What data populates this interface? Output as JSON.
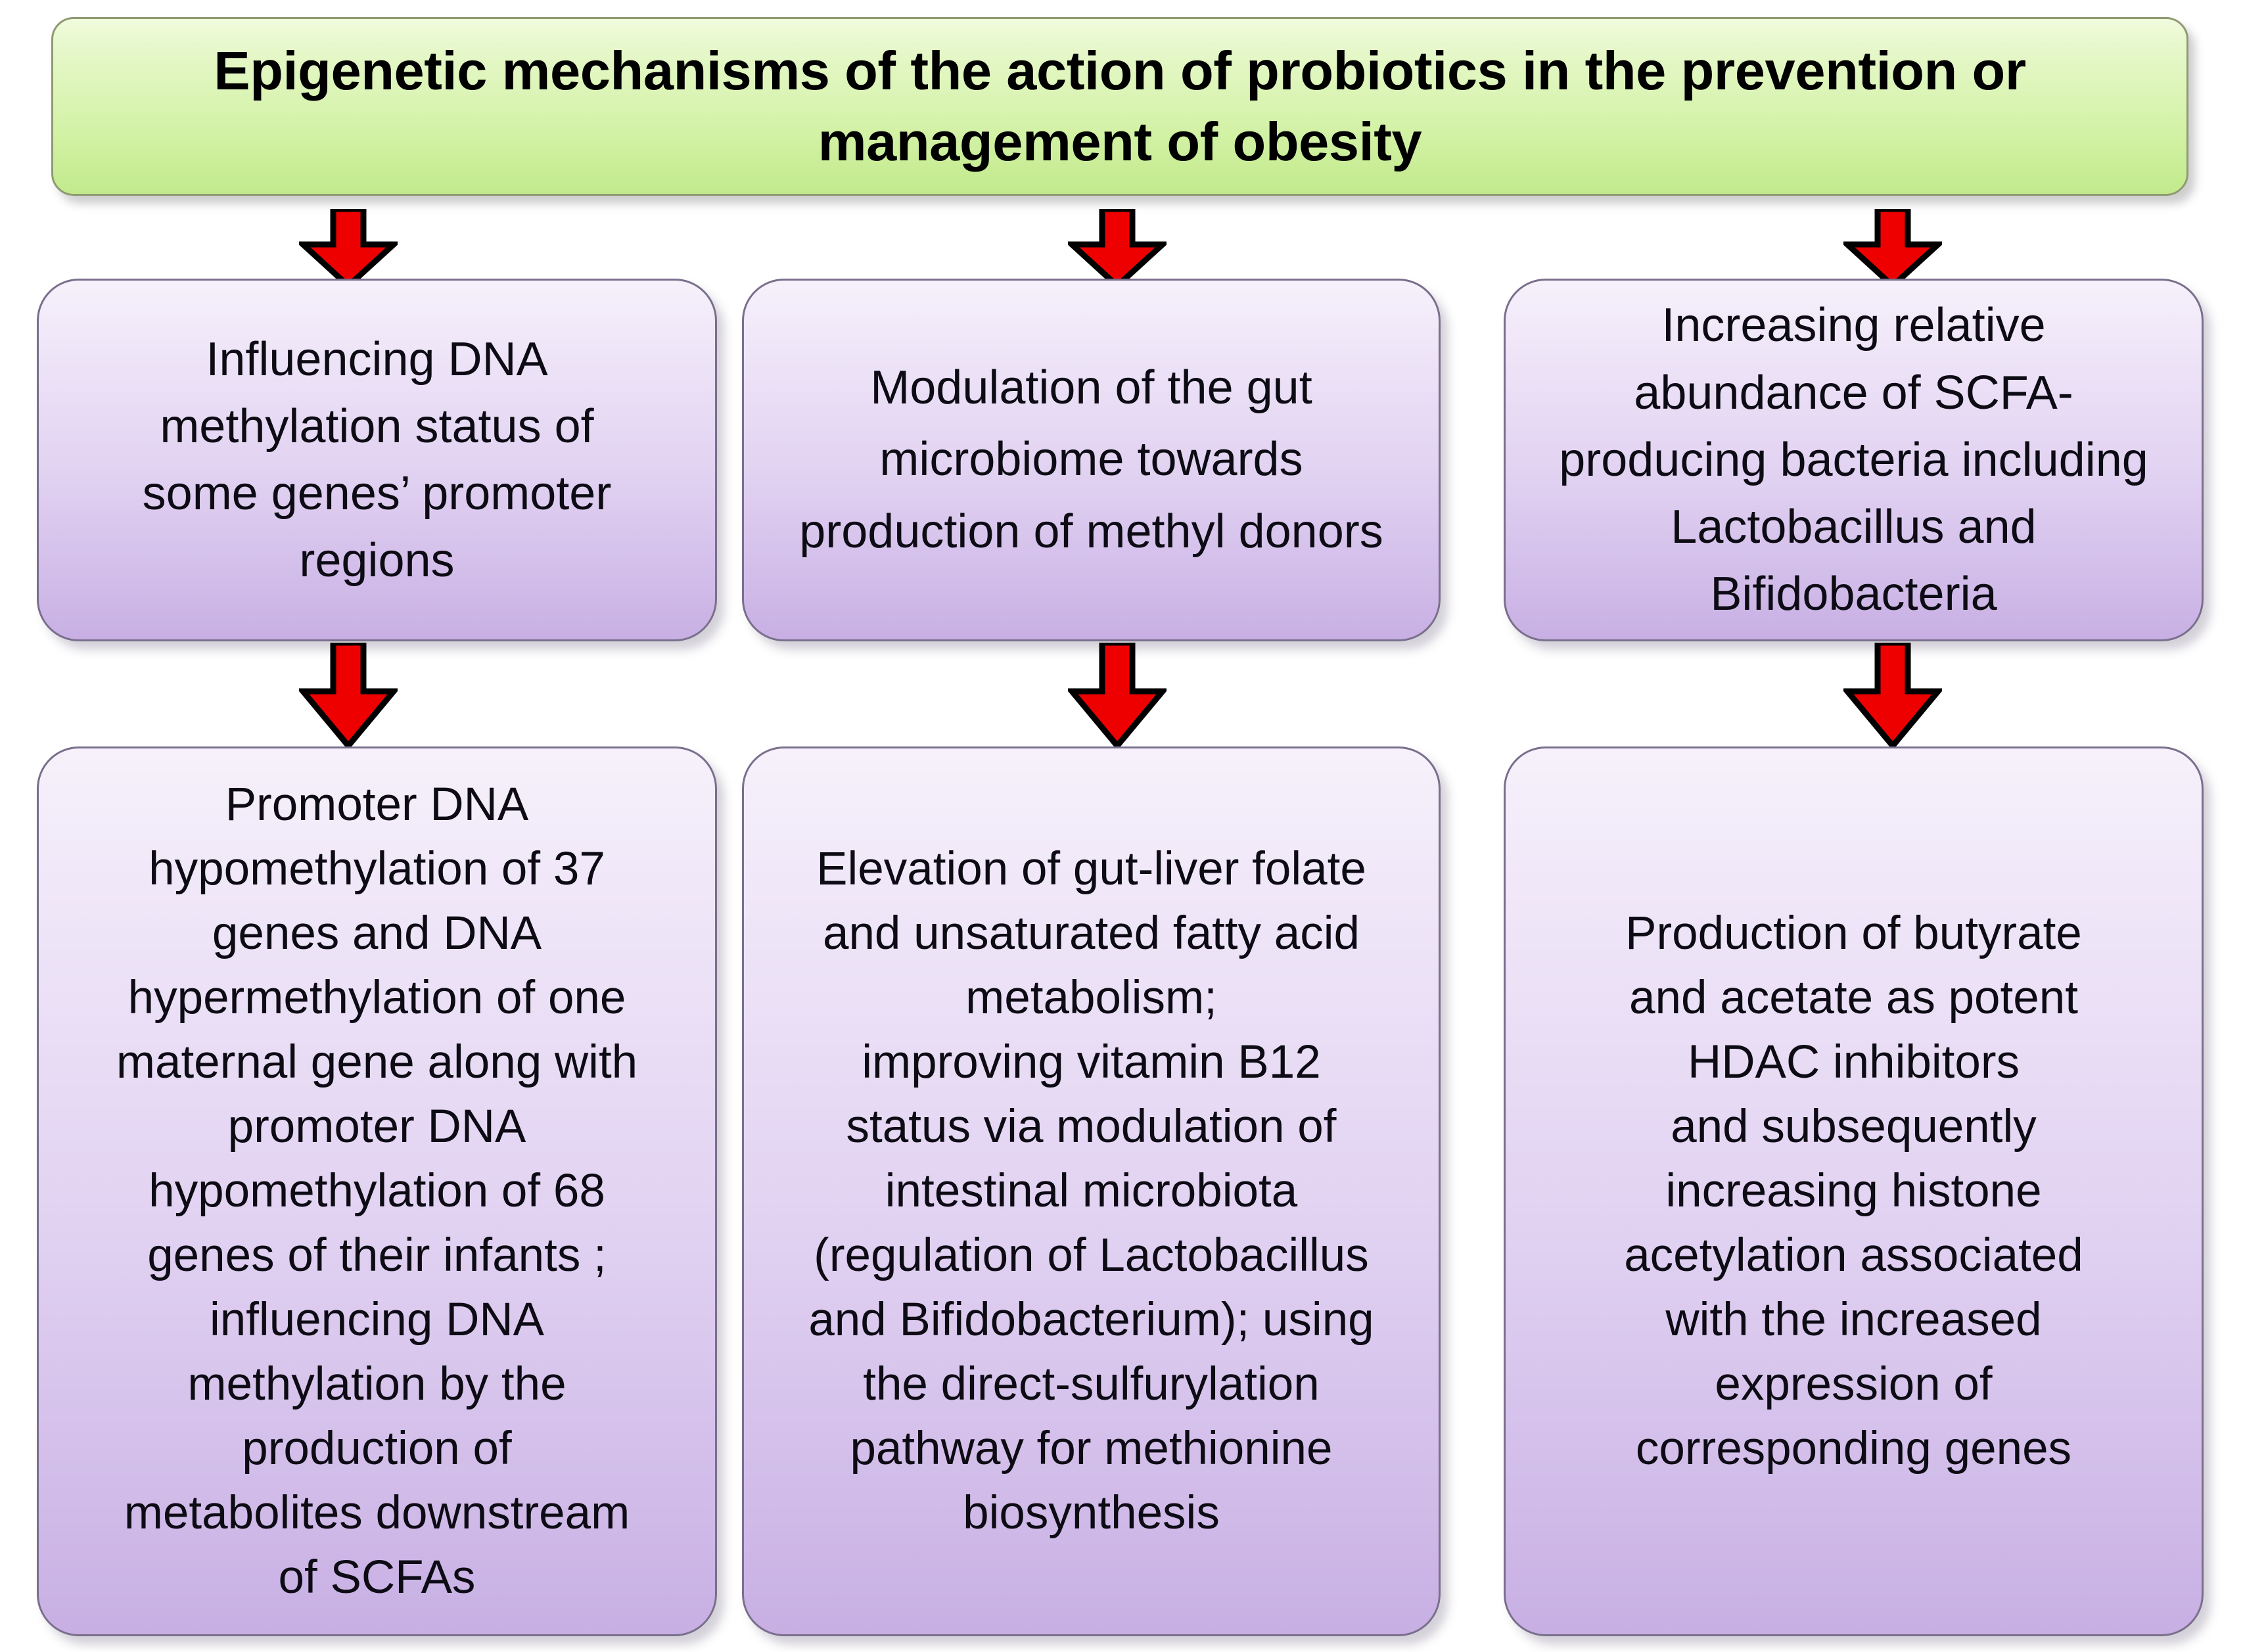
{
  "title": {
    "text": "Epigenetic mechanisms of the action of probiotics in the prevention or management of obesity"
  },
  "colors": {
    "title_fill_top": "#f0fbdc",
    "title_fill_bottom": "#c2ea8c",
    "title_border": "#8f9a72",
    "node_fill_top": "#f6f1fb",
    "node_fill_bottom": "#c7afe3",
    "node_border": "#7a6f8c",
    "arrow_fill": "#ee0000",
    "arrow_outline": "#000000",
    "text": "#0d0b14"
  },
  "row1": {
    "boxes": [
      {
        "text": "Influencing DNA\nmethylation status of\nsome genes’ promoter\nregions"
      },
      {
        "text": "Modulation of the gut\nmicrobiome  towards\nproduction of methyl donors"
      },
      {
        "text": "Increasing  relative\nabundance of SCFA-\nproducing bacteria including\nLactobacillus and\nBifidobacteria"
      }
    ]
  },
  "row2": {
    "boxes": [
      {
        "text": "Promoter DNA\nhypomethylation of 37\ngenes and DNA\nhypermethylation of one\nmaternal gene along with\npromoter DNA\nhypomethylation of 68\ngenes of their infants ;\ninfluencing  DNA\nmethylation by the\nproduction of\nmetabolites downstream\nof SCFAs"
      },
      {
        "text": "Elevation of gut-liver folate\nand unsaturated fatty acid\nmetabolism;\nimproving vitamin B12\nstatus via modulation of\nintestinal microbiota\n(regulation of Lactobacillus\nand Bifidobacterium); using\nthe direct-sulfurylation\npathway for methionine\nbiosynthesis"
      },
      {
        "text": "Production of butyrate\nand acetate as potent\nHDAC inhibitors\nand subsequently\nincreasing histone\nacetylation associated\nwith the increased\nexpression of\ncorresponding genes"
      }
    ]
  },
  "arrows": {
    "top": [
      {
        "name": "arrow-title-to-box1"
      },
      {
        "name": "arrow-title-to-box2"
      },
      {
        "name": "arrow-title-to-box3"
      }
    ],
    "middle": [
      {
        "name": "arrow-box1-to-box4"
      },
      {
        "name": "arrow-box2-to-box5"
      },
      {
        "name": "arrow-box3-to-box6"
      }
    ]
  }
}
